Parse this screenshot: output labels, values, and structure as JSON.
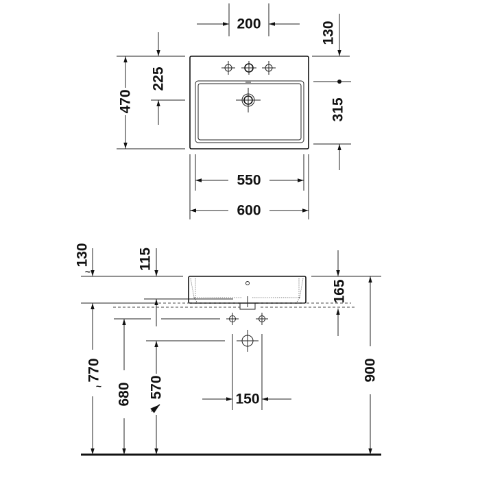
{
  "top_view": {
    "d_200": "200",
    "d_130": "130",
    "d_470": "470",
    "d_225": "225",
    "d_315": "315",
    "d_550": "550",
    "d_600": "600"
  },
  "side_view": {
    "d_130": "130",
    "d_130_approx": "~",
    "d_115": "115",
    "d_165": "165",
    "d_900": "900",
    "d_770": "770",
    "d_770_approx": "~",
    "d_680": "680",
    "d_570": "570",
    "d_150": "150"
  }
}
